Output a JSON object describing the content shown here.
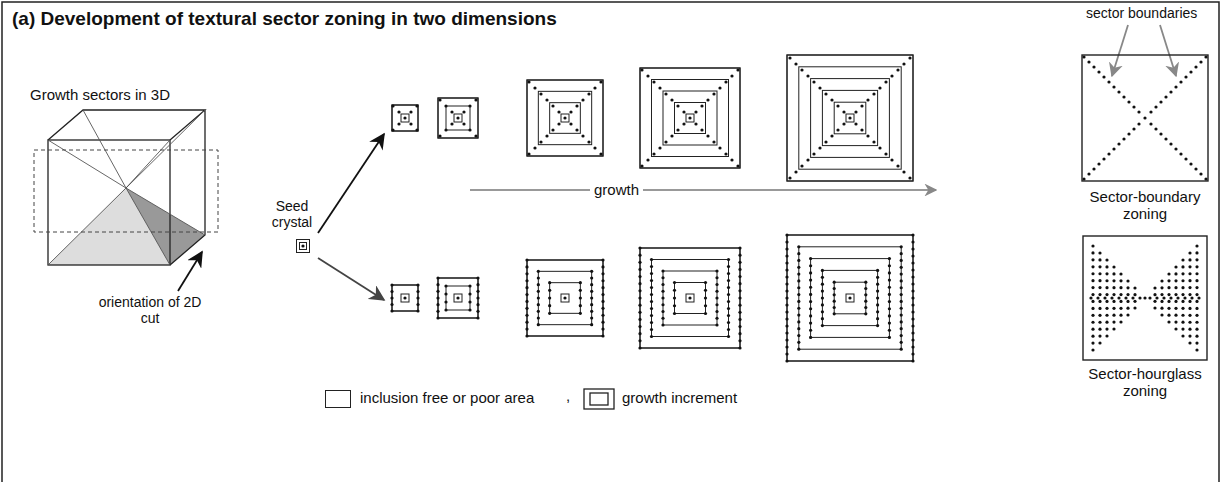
{
  "diagram": {
    "title": "(a) Development of textural sector zoning in two dimensions",
    "labels": [
      "Growth sectors in 3D",
      "orientation of 2D cut",
      "Seed crystal",
      "growth",
      "sector boundaries",
      "Sector-boundary zoning",
      "Sector-hourglass zoning",
      ","
    ],
    "legend": [
      {
        "text": "inclusion free or poor area",
        "color": "#ffffff"
      },
      {
        "text": "growth increment"
      }
    ]
  }
}
